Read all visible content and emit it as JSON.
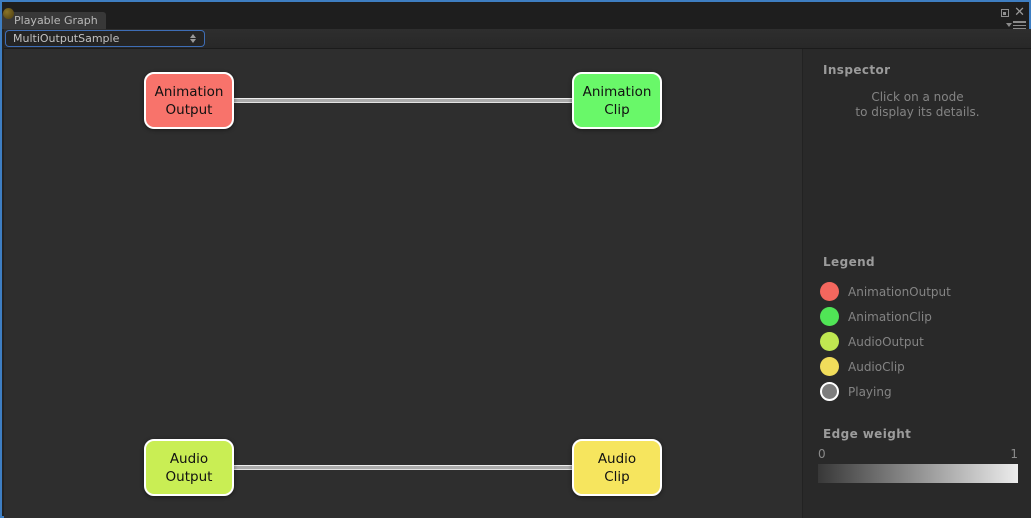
{
  "window": {
    "tab_title": "Playable Graph"
  },
  "toolbar": {
    "graph_selector": {
      "value": "MultiOutputSample"
    }
  },
  "graph": {
    "nodes": [
      {
        "id": "animation-output",
        "line1": "Animation",
        "line2": "Output",
        "color": "#f8736b"
      },
      {
        "id": "animation-clip",
        "line1": "Animation",
        "line2": "Clip",
        "color": "#69f869"
      },
      {
        "id": "audio-output",
        "line1": "Audio",
        "line2": "Output",
        "color": "#c9ee54"
      },
      {
        "id": "audio-clip",
        "line1": "Audio",
        "line2": "Clip",
        "color": "#f6e55e"
      }
    ],
    "edges": [
      {
        "from": "animation-output",
        "to": "animation-clip",
        "color": "#c8c8c8"
      },
      {
        "from": "audio-output",
        "to": "audio-clip",
        "color": "#c8c8c8"
      }
    ]
  },
  "inspector": {
    "title": "Inspector",
    "empty_message_line1": "Click on a node",
    "empty_message_line2": "to display its details."
  },
  "legend": {
    "title": "Legend",
    "items": [
      {
        "label": "AnimationOutput",
        "color": "#f4675e"
      },
      {
        "label": "AnimationClip",
        "color": "#50e556"
      },
      {
        "label": "AudioOutput",
        "color": "#c0e751"
      },
      {
        "label": "AudioClip",
        "color": "#f1dd5b"
      },
      {
        "label": "Playing",
        "color": "#7d7d7d",
        "ring": "#ffffff"
      }
    ]
  },
  "edge_weight": {
    "title": "Edge weight",
    "min_label": "0",
    "max_label": "1",
    "gradient_from": "#383838",
    "gradient_to": "#ececec"
  },
  "accent": {
    "focus_ring": "#3e6db5",
    "window_border": "#3e7ec2"
  }
}
